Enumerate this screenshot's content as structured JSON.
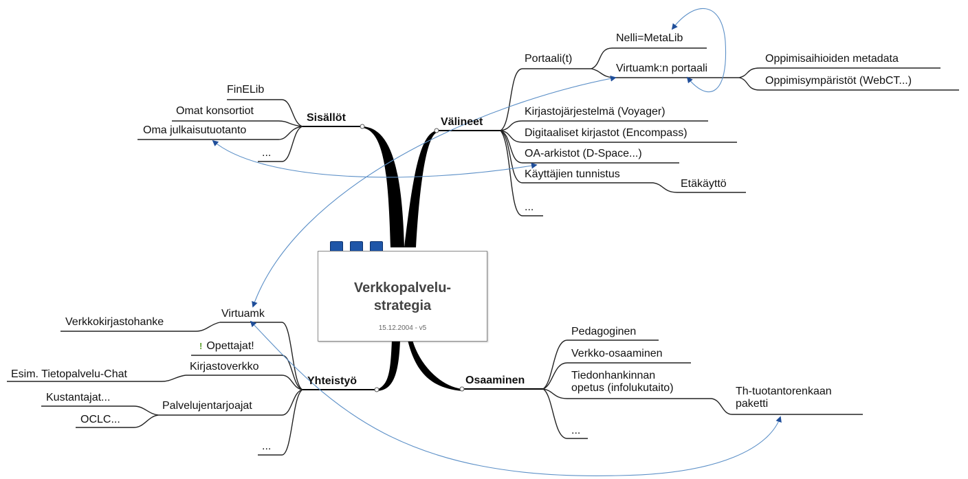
{
  "center": {
    "title_line1": "Verkkopalvelu-",
    "title_line2": "strategia",
    "subtitle": "15.12.2004 - v5"
  },
  "branches": {
    "sisallot": {
      "label": "Sisällöt",
      "children": [
        "FinELib",
        "Omat konsortiot",
        "Oma julkaisutuotanto",
        "..."
      ]
    },
    "valineet": {
      "label": "Välineet",
      "portaali": "Portaali(t)",
      "nelli": "Nelli=MetaLib",
      "virtuamk_portaali": "Virtuamk:n portaali",
      "oppimisaihiot": "Oppimisaihioiden metadata",
      "oppimisymparistot": "Oppimisympäristöt (WebCT...)",
      "kirjastojarjestelma": "Kirjastojärjestelmä (Voyager)",
      "digitaaliset": "Digitaaliset kirjastot (Encompass)",
      "oa_arkistot": "OA-arkistot (D-Space...)",
      "kayttajien": "Käyttäjien tunnistus",
      "etakaytto": "Etäkäyttö",
      "more": "..."
    },
    "yhteistyo": {
      "label": "Yhteistyö",
      "virtuamk": "Virtuamk",
      "verkkokirjastohanke": "Verkkokirjastohanke",
      "opettajat": "Opettajat!",
      "kirjastoverkko": "Kirjastoverkko",
      "tietopalvelu_chat": "Esim. Tietopalvelu-Chat",
      "palvelujentarjoajat": "Palvelujentarjoajat",
      "kustantajat": "Kustantajat...",
      "oclc": "OCLC...",
      "more": "..."
    },
    "osaaminen": {
      "label": "Osaaminen",
      "pedagoginen": "Pedagoginen",
      "verkko_osaaminen": "Verkko-osaaminen",
      "tiedonhankinnan_1": "Tiedonhankinnan",
      "tiedonhankinnan_2": "opetus (infolukutaito)",
      "th_tuotanto_1": "Th-tuotantorenkaan",
      "th_tuotanto_2": "paketti",
      "more": "..."
    }
  },
  "colors": {
    "branch": "#000000",
    "relationship": "#5b8fc7",
    "arrowhead": "#1f4e9a",
    "flag": "#5aa02c",
    "center_squares": "#1f56a8"
  },
  "icons": {
    "opettajat": "exclamation-flag-icon"
  }
}
